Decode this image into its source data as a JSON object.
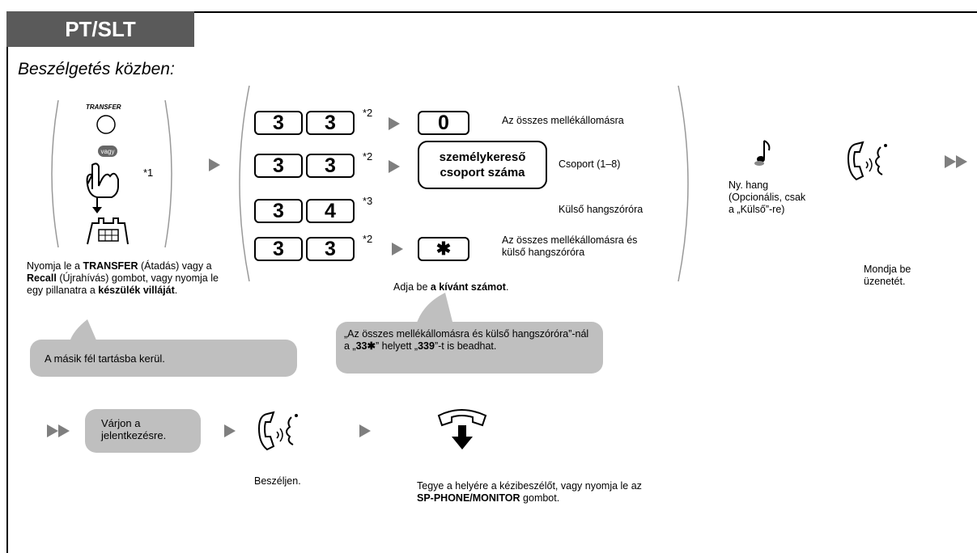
{
  "tab_label": "PT/SLT",
  "heading": "Beszélgetés közben:",
  "step1": {
    "transfer_icon_label": "TRANSFER",
    "or_label": "vagy",
    "footnote": "*1",
    "desc_1": "Nyomja le a ",
    "desc_2": "TRANSFER",
    "desc_3": " (Átadás) vagy a ",
    "desc_4": "Recall",
    "desc_5": " (Újrahívás) gombot, vagy nyomja le egy pillanatra a ",
    "desc_6": "készülék villáját",
    "desc_7": "."
  },
  "bubble_hold": "A másik fél tartásba kerül.",
  "rows": [
    {
      "key1": "3",
      "key2": "3",
      "footnote": "*2",
      "target": "0",
      "label": "Az összes mellékállomásra"
    },
    {
      "key1": "3",
      "key2": "3",
      "footnote": "*2",
      "target_line1": "személykereső",
      "target_line2": "csoport száma",
      "label": "Csoport (1–8)"
    },
    {
      "key1": "3",
      "key2": "4",
      "footnote": "*3",
      "label": "Külső hangszóróra"
    },
    {
      "key1": "3",
      "key2": "3",
      "footnote": "*2",
      "target": "✱",
      "label_line1": "Az összes mellékállomásra és",
      "label_line2": "külső hangszóróra"
    }
  ],
  "enter_1": "Adja be ",
  "enter_2": "a kívánt számot",
  "enter_3": ".",
  "bubble_note": {
    "p1": "„Az összes mellékállomásra és külső hangszóróra”-nál a „",
    "p2": "33✱",
    "p3": "” helyett „",
    "p4": "339",
    "p5": "”-t is beadhat."
  },
  "tone_label_1": "Ny. hang",
  "tone_label_2": "(Opcionális, csak",
  "tone_label_3": "a „Külső”-re)",
  "announce_1": "Mondja be",
  "announce_2": "üzenetét.",
  "wait_1": "Várjon a",
  "wait_2": "jelentkezésre.",
  "talk": "Beszéljen.",
  "hangup": {
    "p1": "Tegye a helyére a kézibeszélőt, vagy nyomja le az ",
    "p2": "SP-PHONE/MONITOR",
    "p3": " gombot."
  },
  "colors": {
    "tab_bg": "#5a5a5a",
    "bubble": "#bfbfbf",
    "arrow": "#7f7f7f"
  }
}
